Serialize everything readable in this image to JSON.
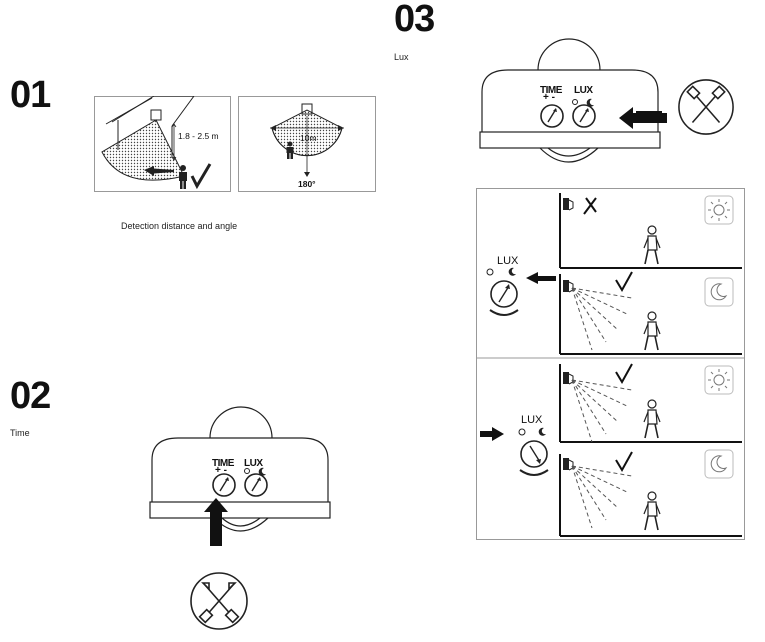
{
  "step1": {
    "number": "01",
    "height_label": "1.8 - 2.5 m",
    "distance_label": "10m",
    "angle_label": "180°",
    "caption": "Detection distance and angle"
  },
  "step2": {
    "number": "02",
    "caption": "Time",
    "knob_time_label": "TIME",
    "knob_lux_label": "LUX",
    "plus_minus": "+ -"
  },
  "step3": {
    "number": "03",
    "caption": "Lux",
    "knob_time_label": "TIME",
    "knob_lux_label": "LUX",
    "plus_minus": "+ -",
    "panel_lux_label_top": "LUX",
    "panel_lux_label_bottom": "LUX"
  }
}
